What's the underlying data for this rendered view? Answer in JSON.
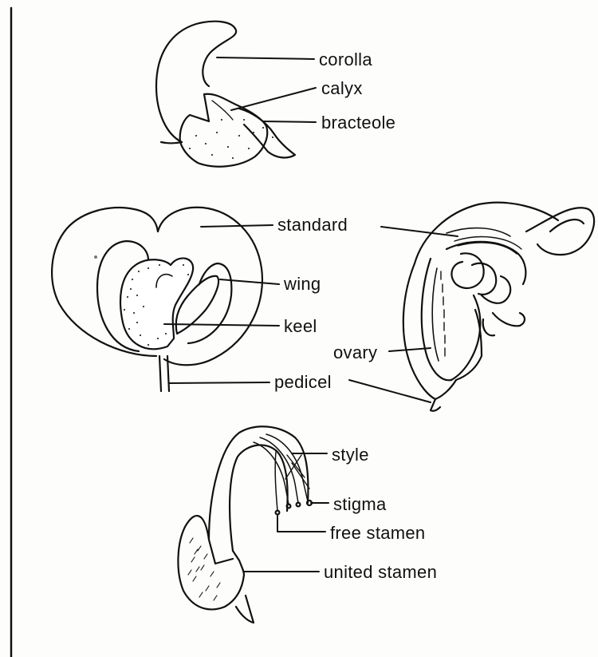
{
  "labels": {
    "corolla": "corolla",
    "calyx": "calyx",
    "bracteole": "bracteole",
    "standard": "standard",
    "wing": "wing",
    "keel": "keel",
    "ovary": "ovary",
    "pedicel": "pedicel",
    "style": "style",
    "stigma": "stigma",
    "free_stamen": "free stamen",
    "united_stamen": "united stamen"
  }
}
